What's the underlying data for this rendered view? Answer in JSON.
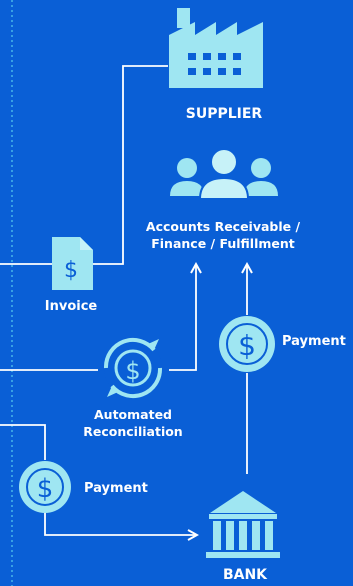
{
  "labels": {
    "supplier": "SUPPLIER",
    "ar_line1": "Accounts Receivable /",
    "ar_line2": "Finance / Fulfillment",
    "invoice": "Invoice",
    "payment_right": "Payment",
    "recon_line1": "Automated",
    "recon_line2": "Reconciliation",
    "payment_left": "Payment",
    "bank": "BANK"
  },
  "icons": {
    "supplier": "factory-icon",
    "accounts_receivable": "people-group-icon",
    "invoice": "invoice-document-icon",
    "payment_right": "dollar-coin-icon",
    "reconciliation": "dollar-cycle-icon",
    "payment_left": "dollar-coin-icon",
    "bank": "bank-building-icon"
  },
  "colors": {
    "background": "#0a5fd6",
    "icon_fill": "#9fe6f2",
    "icon_light": "#c7f2f8",
    "line": "#ffffff",
    "dotted_border": "#48b6e8",
    "dark": "#0a5fd6"
  }
}
